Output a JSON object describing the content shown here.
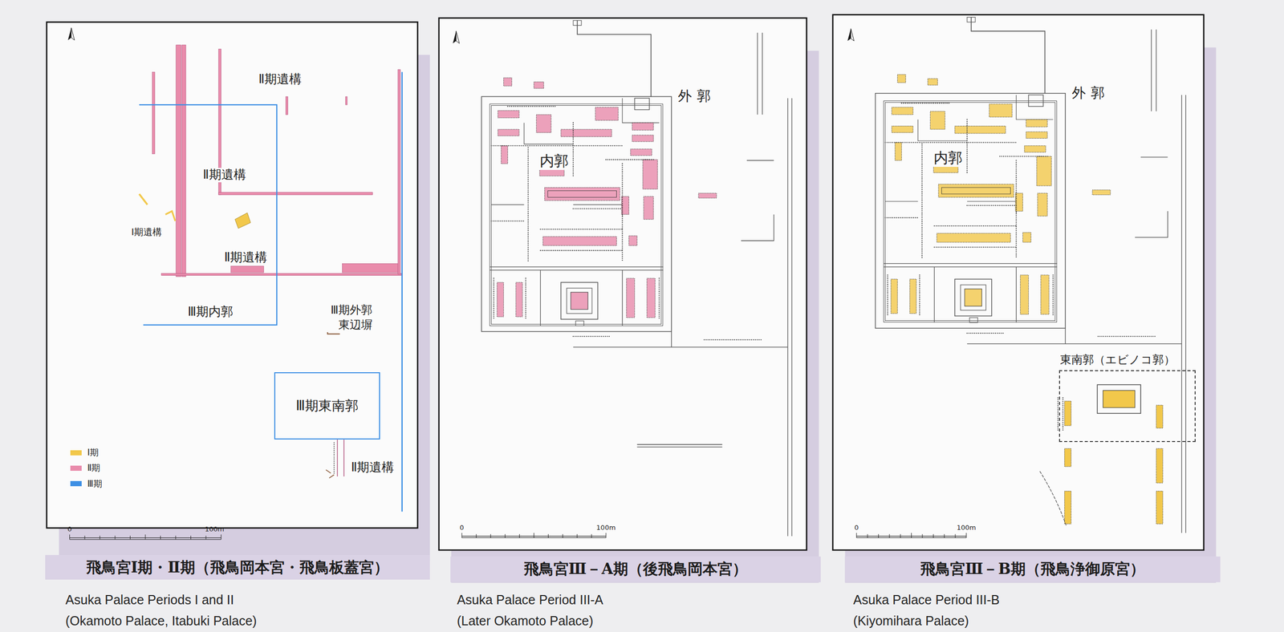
{
  "diagram": {
    "nodes": [
      {
        "text": [
          "Ⅲ期東南郭"
        ]
      },
      {
        "text": [
          "飛鳥宮Ⅰ期・Ⅱ期（飛鳥岡本宮・飛鳥板蓋宮）"
        ]
      },
      {
        "text": [
          "内郭"
        ]
      },
      {
        "text": [
          "飛鳥宮Ⅲ－A期（後飛鳥岡本宮）"
        ]
      },
      {
        "text": [
          "内郭"
        ]
      },
      {
        "text": [
          "東南郭（エビノコ郭）"
        ]
      },
      {
        "text": [
          "飛鳥宮Ⅲ－B期（飛鳥浄御原宮）"
        ]
      }
    ],
    "labels": [
      "Ⅱ期遺構",
      "Ⅱ期遺構",
      "Ⅰ期遺構",
      "Ⅱ期遺構",
      "Ⅲ期内郭",
      "Ⅲ期外郭 東辺塀",
      "Ⅱ期遺構",
      "0",
      "100m",
      "外郭",
      "0",
      "100m",
      "外郭",
      "0",
      "100m",
      "Asuka Palace Periods I and II (Okamoto Palace, Itabuki Palace)",
      "Asuka Palace Period III-A (Later Okamoto Palace)",
      "Asuka Palace Period III-B (Kiyomihara Palace)"
    ],
    "legend": [
      {
        "text": "Ⅰ期",
        "color": "#f2c84b"
      },
      {
        "text": "Ⅱ期",
        "color": "#e98bab"
      },
      {
        "text": "Ⅲ期",
        "color": "#3d8fe4"
      }
    ]
  }
}
